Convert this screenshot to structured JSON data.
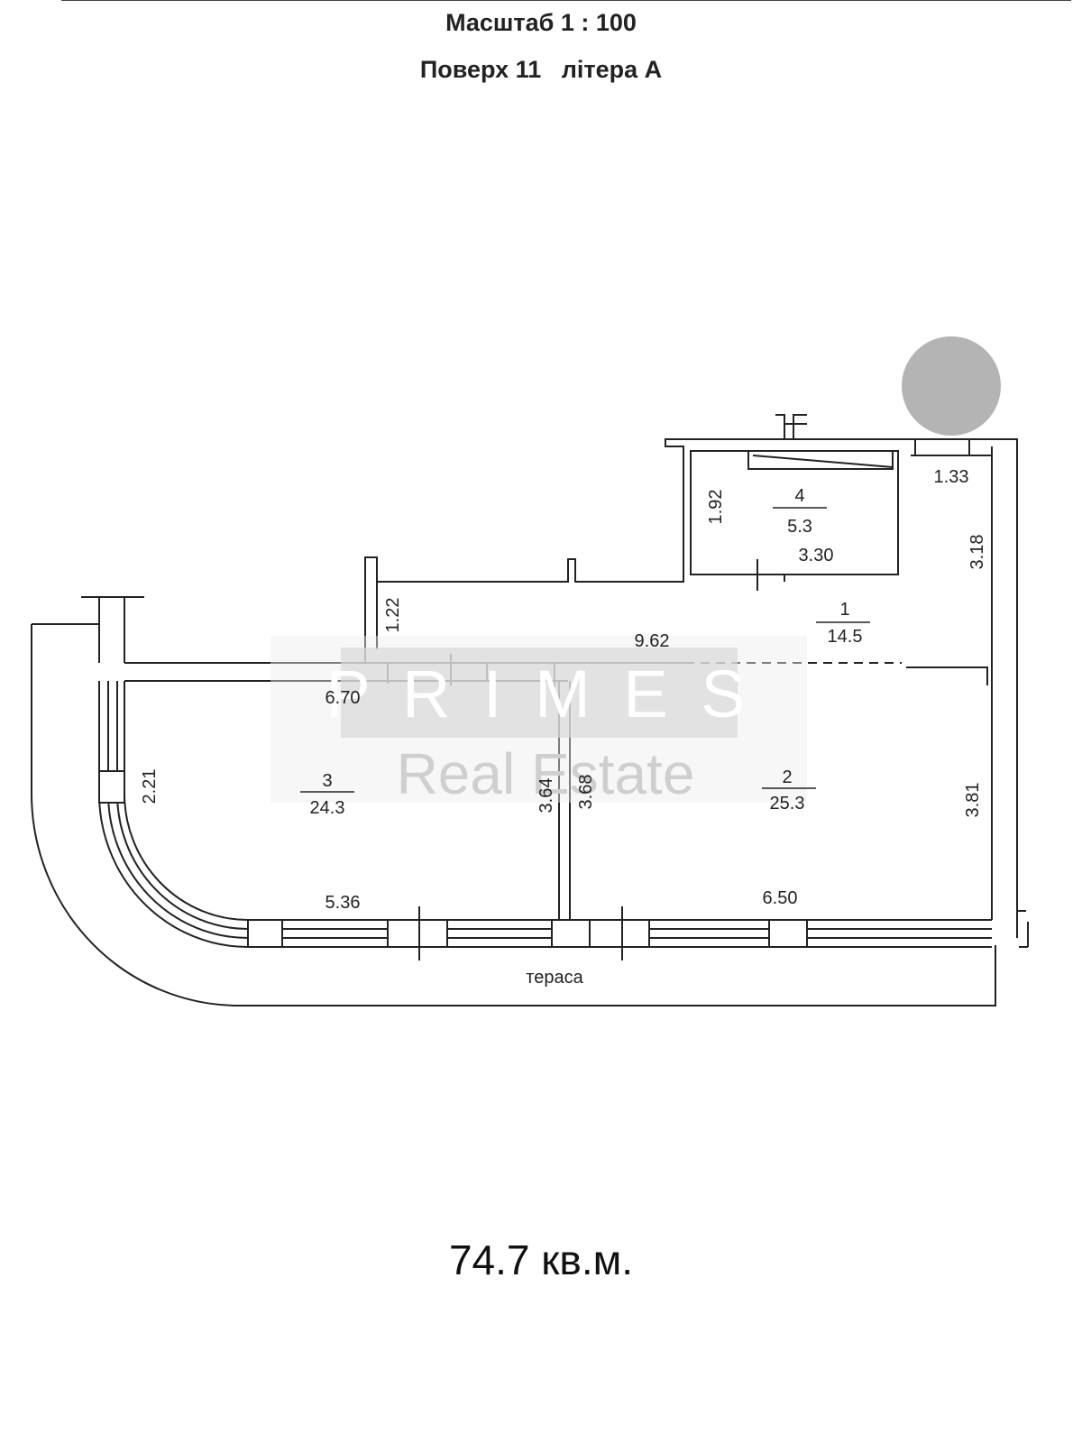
{
  "header": {
    "scale": "Масштаб 1 : 100",
    "floor": "Поверх 11   літера А"
  },
  "rooms": [
    {
      "number": "1",
      "area": "14.5"
    },
    {
      "number": "2",
      "area": "25.3"
    },
    {
      "number": "3",
      "area": "24.3"
    },
    {
      "number": "4",
      "area": "5.3"
    }
  ],
  "dimensions": {
    "d_1_33": "1.33",
    "d_1_92": "1.92",
    "d_3_30": "3.30",
    "d_3_18": "3.18",
    "d_1_22": "1.22",
    "d_9_62": "9.62",
    "d_6_70": "6.70",
    "d_2_21": "2.21",
    "d_3_64": "3.64",
    "d_3_68": "3.68",
    "d_3_81": "3.81",
    "d_5_36": "5.36",
    "d_6_50": "6.50"
  },
  "terrace_label": "тераса",
  "watermark": {
    "line1": "P R I M E S",
    "line2": "Real Estate"
  },
  "total_area": "74.7 кв.м.",
  "colors": {
    "wall": "#222222",
    "watermark": "#cfcfcf",
    "marker": "#b4b4b4"
  }
}
